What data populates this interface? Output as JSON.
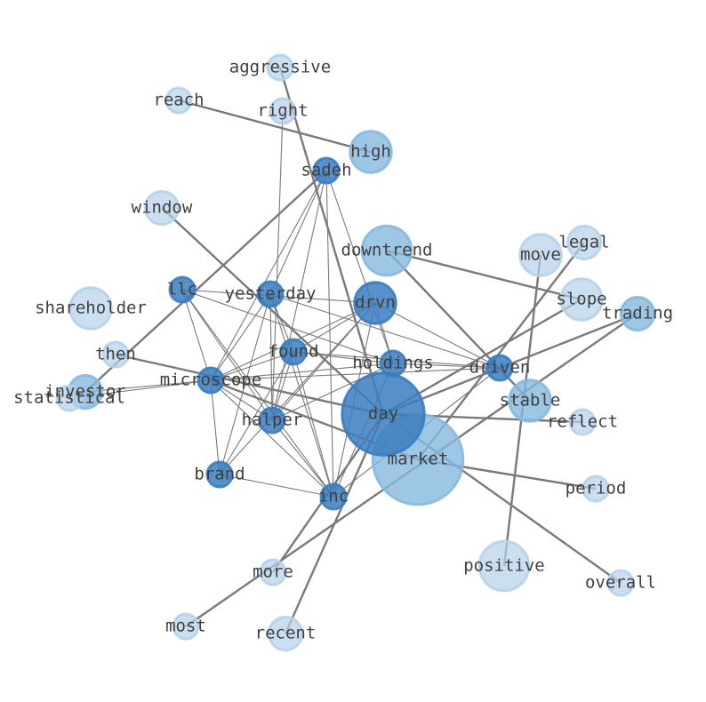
{
  "colors": {
    "light": "#b5d2ea",
    "mid": "#86b8de",
    "dark": "#3b7cc0",
    "edge": "#7a7a7a",
    "label": "#404040"
  },
  "nodes": [
    {
      "id": "aggressive",
      "label": "aggressive",
      "weight": 1,
      "shade": "light"
    },
    {
      "id": "reach",
      "label": "reach",
      "weight": 1,
      "shade": "light"
    },
    {
      "id": "right",
      "label": "right",
      "weight": 1,
      "shade": "light"
    },
    {
      "id": "high",
      "label": "high",
      "weight": 3,
      "shade": "mid"
    },
    {
      "id": "sadeh",
      "label": "sadeh",
      "weight": 1,
      "shade": "dark"
    },
    {
      "id": "window",
      "label": "window",
      "weight": 2,
      "shade": "light"
    },
    {
      "id": "downtrend",
      "label": "downtrend",
      "weight": 4,
      "shade": "mid"
    },
    {
      "id": "legal",
      "label": "legal",
      "weight": 2,
      "shade": "light"
    },
    {
      "id": "move",
      "label": "move",
      "weight": 3,
      "shade": "light"
    },
    {
      "id": "llc",
      "label": "llc",
      "weight": 1,
      "shade": "dark"
    },
    {
      "id": "yesterday",
      "label": "yesterday",
      "weight": 1,
      "shade": "dark"
    },
    {
      "id": "drvn",
      "label": "drvn",
      "weight": 3,
      "shade": "dark"
    },
    {
      "id": "slope",
      "label": "slope",
      "weight": 3,
      "shade": "light"
    },
    {
      "id": "trading",
      "label": "trading",
      "weight": 2,
      "shade": "mid"
    },
    {
      "id": "shareholder",
      "label": "shareholder",
      "weight": 3,
      "shade": "light"
    },
    {
      "id": "then",
      "label": "then",
      "weight": 1,
      "shade": "light"
    },
    {
      "id": "found",
      "label": "found",
      "weight": 1,
      "shade": "dark"
    },
    {
      "id": "holdings",
      "label": "holdings",
      "weight": 1,
      "shade": "dark"
    },
    {
      "id": "driven",
      "label": "driven",
      "weight": 1,
      "shade": "dark"
    },
    {
      "id": "investor",
      "label": "investor",
      "weight": 2,
      "shade": "mid"
    },
    {
      "id": "statistical",
      "label": "statistical",
      "weight": 1,
      "shade": "light"
    },
    {
      "id": "microscope",
      "label": "microscope",
      "weight": 1,
      "shade": "dark"
    },
    {
      "id": "day",
      "label": "day",
      "weight": 8,
      "shade": "dark"
    },
    {
      "id": "stable",
      "label": "stable",
      "weight": 3,
      "shade": "mid"
    },
    {
      "id": "reflect",
      "label": "reflect",
      "weight": 1,
      "shade": "light"
    },
    {
      "id": "halper",
      "label": "halper",
      "weight": 1,
      "shade": "dark"
    },
    {
      "id": "market",
      "label": "market",
      "weight": 9,
      "shade": "mid"
    },
    {
      "id": "brand",
      "label": "brand",
      "weight": 1,
      "shade": "dark"
    },
    {
      "id": "period",
      "label": "period",
      "weight": 1,
      "shade": "light"
    },
    {
      "id": "inc",
      "label": "inc",
      "weight": 1,
      "shade": "dark"
    },
    {
      "id": "positive",
      "label": "positive",
      "weight": 4,
      "shade": "light"
    },
    {
      "id": "more",
      "label": "more",
      "weight": 1,
      "shade": "light"
    },
    {
      "id": "overall",
      "label": "overall",
      "weight": 1,
      "shade": "light"
    },
    {
      "id": "most",
      "label": "most",
      "weight": 1,
      "shade": "light"
    },
    {
      "id": "recent",
      "label": "recent",
      "weight": 2,
      "shade": "light"
    }
  ],
  "edges": [
    {
      "source": "aggressive",
      "target": "day",
      "weight": 2
    },
    {
      "source": "reach",
      "target": "high",
      "weight": 2
    },
    {
      "source": "sadeh",
      "target": "investor",
      "weight": 2
    },
    {
      "source": "window",
      "target": "day",
      "weight": 2
    },
    {
      "source": "downtrend",
      "target": "slope",
      "weight": 2
    },
    {
      "source": "downtrend",
      "target": "stable",
      "weight": 2
    },
    {
      "source": "legal",
      "target": "market",
      "weight": 2
    },
    {
      "source": "move",
      "target": "positive",
      "weight": 2
    },
    {
      "source": "trading",
      "target": "day",
      "weight": 2
    },
    {
      "source": "trading",
      "target": "most",
      "weight": 2
    },
    {
      "source": "slope",
      "target": "day",
      "weight": 2
    },
    {
      "source": "then",
      "target": "day",
      "weight": 2
    },
    {
      "source": "day",
      "target": "reflect",
      "weight": 2
    },
    {
      "source": "day",
      "target": "overall",
      "weight": 2
    },
    {
      "source": "day",
      "target": "more",
      "weight": 2
    },
    {
      "source": "day",
      "target": "recent",
      "weight": 2
    },
    {
      "source": "market",
      "target": "period",
      "weight": 2
    },
    {
      "source": "microscope",
      "target": "statistical",
      "weight": 1
    },
    {
      "source": "microscope",
      "target": "investor",
      "weight": 1
    },
    {
      "source": "microscope",
      "target": "llc",
      "weight": 1
    },
    {
      "source": "microscope",
      "target": "yesterday",
      "weight": 1
    },
    {
      "source": "microscope",
      "target": "found",
      "weight": 1
    },
    {
      "source": "microscope",
      "target": "holdings",
      "weight": 1
    },
    {
      "source": "microscope",
      "target": "drvn",
      "weight": 1
    },
    {
      "source": "microscope",
      "target": "brand",
      "weight": 1
    },
    {
      "source": "microscope",
      "target": "inc",
      "weight": 1
    },
    {
      "source": "microscope",
      "target": "driven",
      "weight": 1
    },
    {
      "source": "microscope",
      "target": "halper",
      "weight": 1
    },
    {
      "source": "microscope",
      "target": "market",
      "weight": 2
    },
    {
      "source": "llc",
      "target": "drvn",
      "weight": 1
    },
    {
      "source": "llc",
      "target": "halper",
      "weight": 1
    },
    {
      "source": "llc",
      "target": "holdings",
      "weight": 1
    },
    {
      "source": "llc",
      "target": "inc",
      "weight": 1
    },
    {
      "source": "yesterday",
      "target": "found",
      "weight": 1
    },
    {
      "source": "yesterday",
      "target": "brand",
      "weight": 1
    },
    {
      "source": "yesterday",
      "target": "inc",
      "weight": 1
    },
    {
      "source": "yesterday",
      "target": "driven",
      "weight": 1
    },
    {
      "source": "yesterday",
      "target": "halper",
      "weight": 1
    },
    {
      "source": "found",
      "target": "drvn",
      "weight": 1
    },
    {
      "source": "found",
      "target": "inc",
      "weight": 1
    },
    {
      "source": "found",
      "target": "driven",
      "weight": 1
    },
    {
      "source": "found",
      "target": "brand",
      "weight": 1
    },
    {
      "source": "found",
      "target": "halper",
      "weight": 1
    },
    {
      "source": "found",
      "target": "holdings",
      "weight": 1
    },
    {
      "source": "drvn",
      "target": "driven",
      "weight": 1
    },
    {
      "source": "drvn",
      "target": "halper",
      "weight": 1
    },
    {
      "source": "drvn",
      "target": "inc",
      "weight": 1
    },
    {
      "source": "drvn",
      "target": "holdings",
      "weight": 1
    },
    {
      "source": "holdings",
      "target": "driven",
      "weight": 1
    },
    {
      "source": "holdings",
      "target": "halper",
      "weight": 1
    },
    {
      "source": "holdings",
      "target": "inc",
      "weight": 1
    },
    {
      "source": "sadeh",
      "target": "yesterday",
      "weight": 1
    },
    {
      "source": "sadeh",
      "target": "halper",
      "weight": 1
    },
    {
      "source": "sadeh",
      "target": "inc",
      "weight": 1
    },
    {
      "source": "sadeh",
      "target": "holdings",
      "weight": 1
    },
    {
      "source": "sadeh",
      "target": "microscope",
      "weight": 1
    },
    {
      "source": "right",
      "target": "halper",
      "weight": 1
    },
    {
      "source": "brand",
      "target": "inc",
      "weight": 1
    },
    {
      "source": "brand",
      "target": "drvn",
      "weight": 1
    },
    {
      "source": "halper",
      "target": "inc",
      "weight": 1
    },
    {
      "source": "driven",
      "target": "stable",
      "weight": 1
    },
    {
      "source": "driven",
      "target": "inc",
      "weight": 1
    }
  ]
}
